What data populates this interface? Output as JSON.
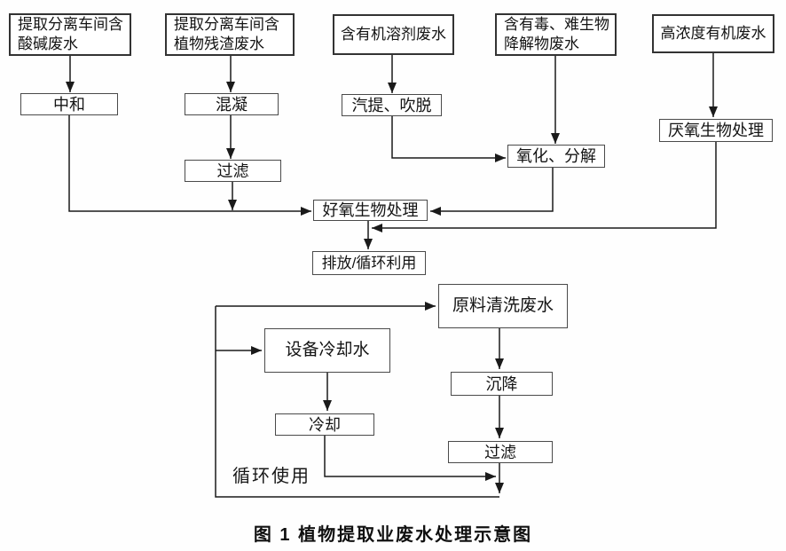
{
  "figure": {
    "caption": "图 1  植物提取业废水处理示意图",
    "recycle_label": "循环使用",
    "colors": {
      "line": "#1a1a1a",
      "box_border": "#3d3d3d",
      "background": "#fefefe",
      "text": "#141414"
    },
    "nodes": {
      "src_acid": "提取分离车间含\n酸碱废水",
      "src_residue": "提取分离车间含\n植物残渣废水",
      "src_solvent": "含有机溶剂废水",
      "src_toxic": "含有毒、难生物\n降解物废水",
      "src_organic": "高浓度有机废水",
      "neutralize": "中和",
      "coagulate": "混凝",
      "strip": "汽提、吹脱",
      "anaerobic": "厌氧生物处理",
      "oxidize": "氧化、分解",
      "filter1": "过滤",
      "aerobic": "好氧生物处理",
      "discharge": "排放/循环利用",
      "raw_wash": "原料清洗废水",
      "cooling_water": "设备冷却水",
      "settle": "沉降",
      "cool": "冷却",
      "filter2": "过滤"
    }
  }
}
